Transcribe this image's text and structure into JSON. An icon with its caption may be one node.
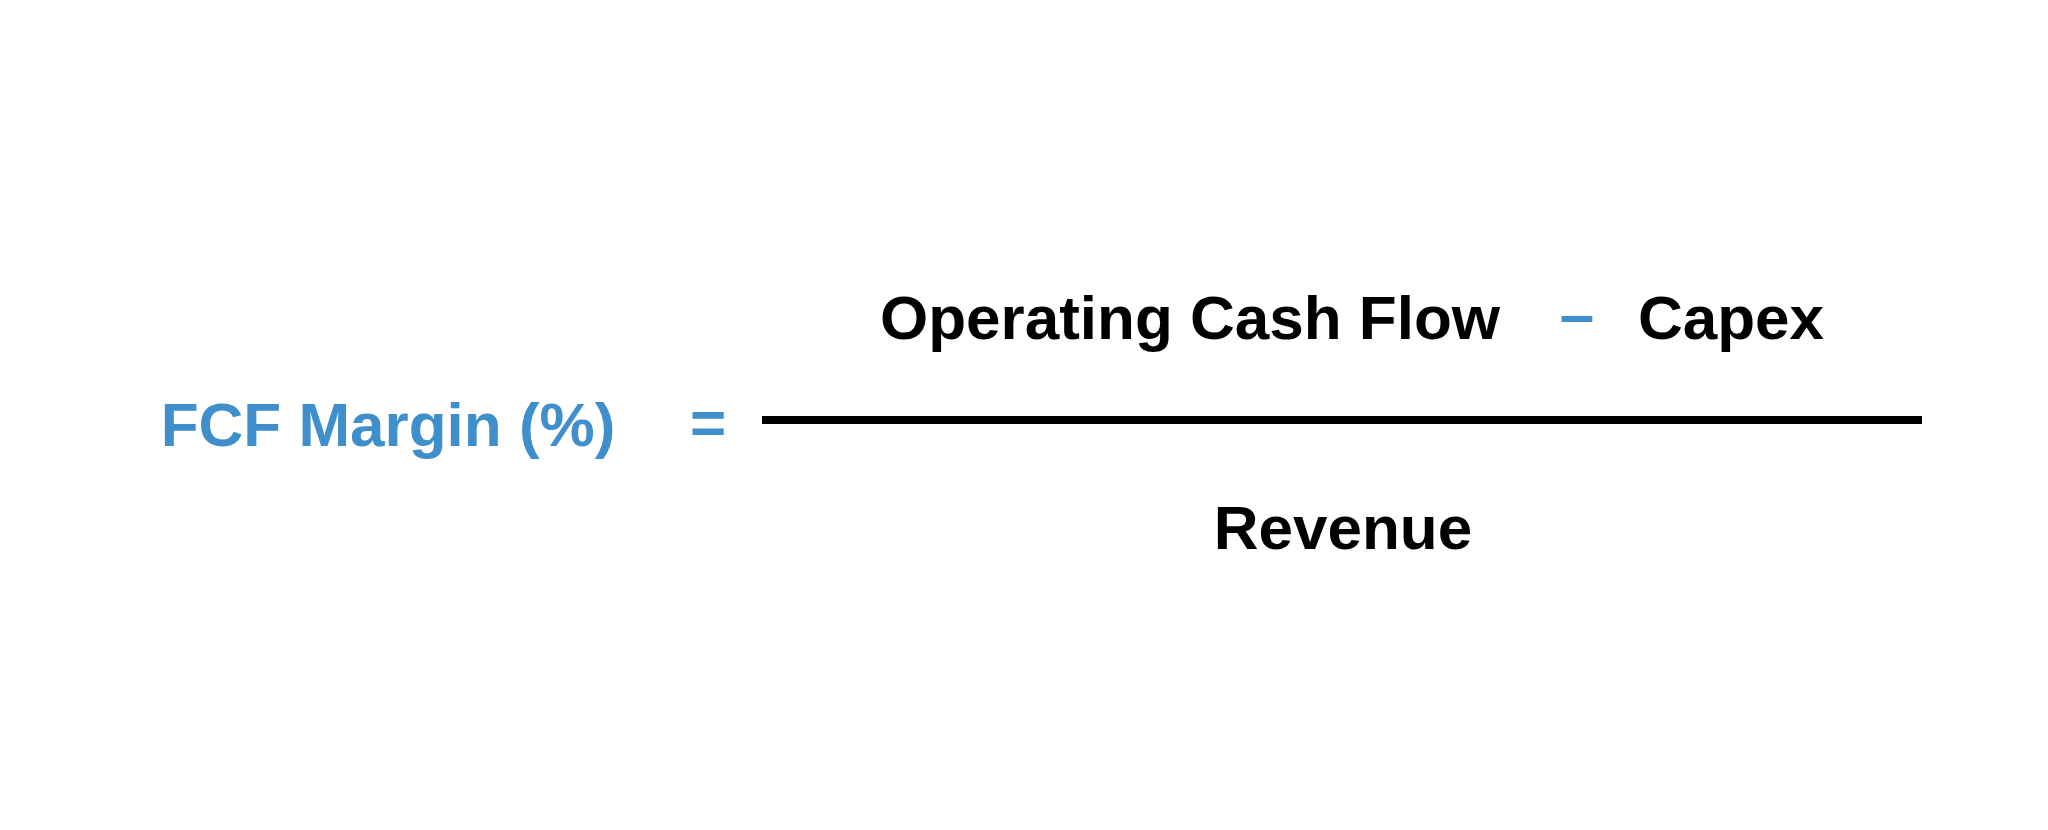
{
  "diagram": {
    "labels": [
      "FCF Margin (%)",
      "=",
      "Operating Cash Flow",
      "–",
      "Capex",
      "Revenue"
    ]
  }
}
